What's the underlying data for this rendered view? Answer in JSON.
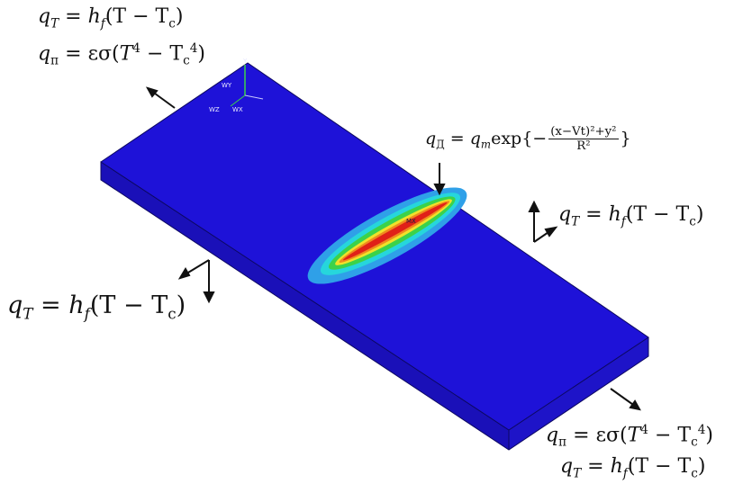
{
  "labels": {
    "top_left": {
      "line1": {
        "lhs": "q",
        "lhs_sub": "T",
        "eq": " = ",
        "h": "h",
        "h_sub": "f",
        "body": "(T − T",
        "body_sub": "c",
        "close": ")"
      },
      "line2": {
        "lhs": "q",
        "lhs_sub": "п",
        "eq": " = εσ(",
        "t": "T",
        "t_sup": "4",
        "minus": " − T",
        "tc_sub": "c",
        "tc_sup": "4",
        "close": ")"
      }
    },
    "right_middle": {
      "lhs": "q",
      "lhs_sub": "T",
      "eq": " = ",
      "h": "h",
      "h_sub": "f",
      "body": "(T − T",
      "body_sub": "c",
      "close": ")"
    },
    "left_middle": {
      "lhs": "q",
      "lhs_sub": "T",
      "eq": " = ",
      "h": "h",
      "h_sub": "f",
      "body": "(T − T",
      "body_sub": "c",
      "close": ")"
    },
    "bottom_right": {
      "line1": {
        "lhs": "q",
        "lhs_sub": "п",
        "eq": " = εσ(",
        "t": "T",
        "t_sup": "4",
        "minus": " − T",
        "tc_sub": "c",
        "tc_sup": "4",
        "close": ")"
      },
      "line2": {
        "lhs": "q",
        "lhs_sub": "T",
        "eq": " = ",
        "h": "h",
        "h_sub": "f",
        "body": "(T − T",
        "body_sub": "c",
        "close": ")"
      }
    },
    "heat_source": {
      "lhs": "q",
      "lhs_sub": "Д",
      "eq": " = ",
      "qm": "q",
      "qm_sub": "m",
      "exp": "exp{−",
      "num": "(x−Vt)²+y²",
      "den": "R²",
      "close": "}"
    }
  },
  "triad": {
    "y": "Y",
    "wy": "WY",
    "wx": "WX",
    "wz": "WZ"
  },
  "mx_marker": "MX",
  "colors": {
    "plate_top": "#1e12d8",
    "plate_front": "#1a10b8",
    "plate_side": "#1e14c8",
    "edge": "#0c0860",
    "weld_light_blue": "#2fa0e8",
    "weld_cyan": "#26d6dc",
    "weld_green": "#3cd24a",
    "weld_yellow": "#f0e22a",
    "weld_orange": "#f08a1e",
    "weld_red": "#e02018",
    "arrow": "#111111"
  }
}
